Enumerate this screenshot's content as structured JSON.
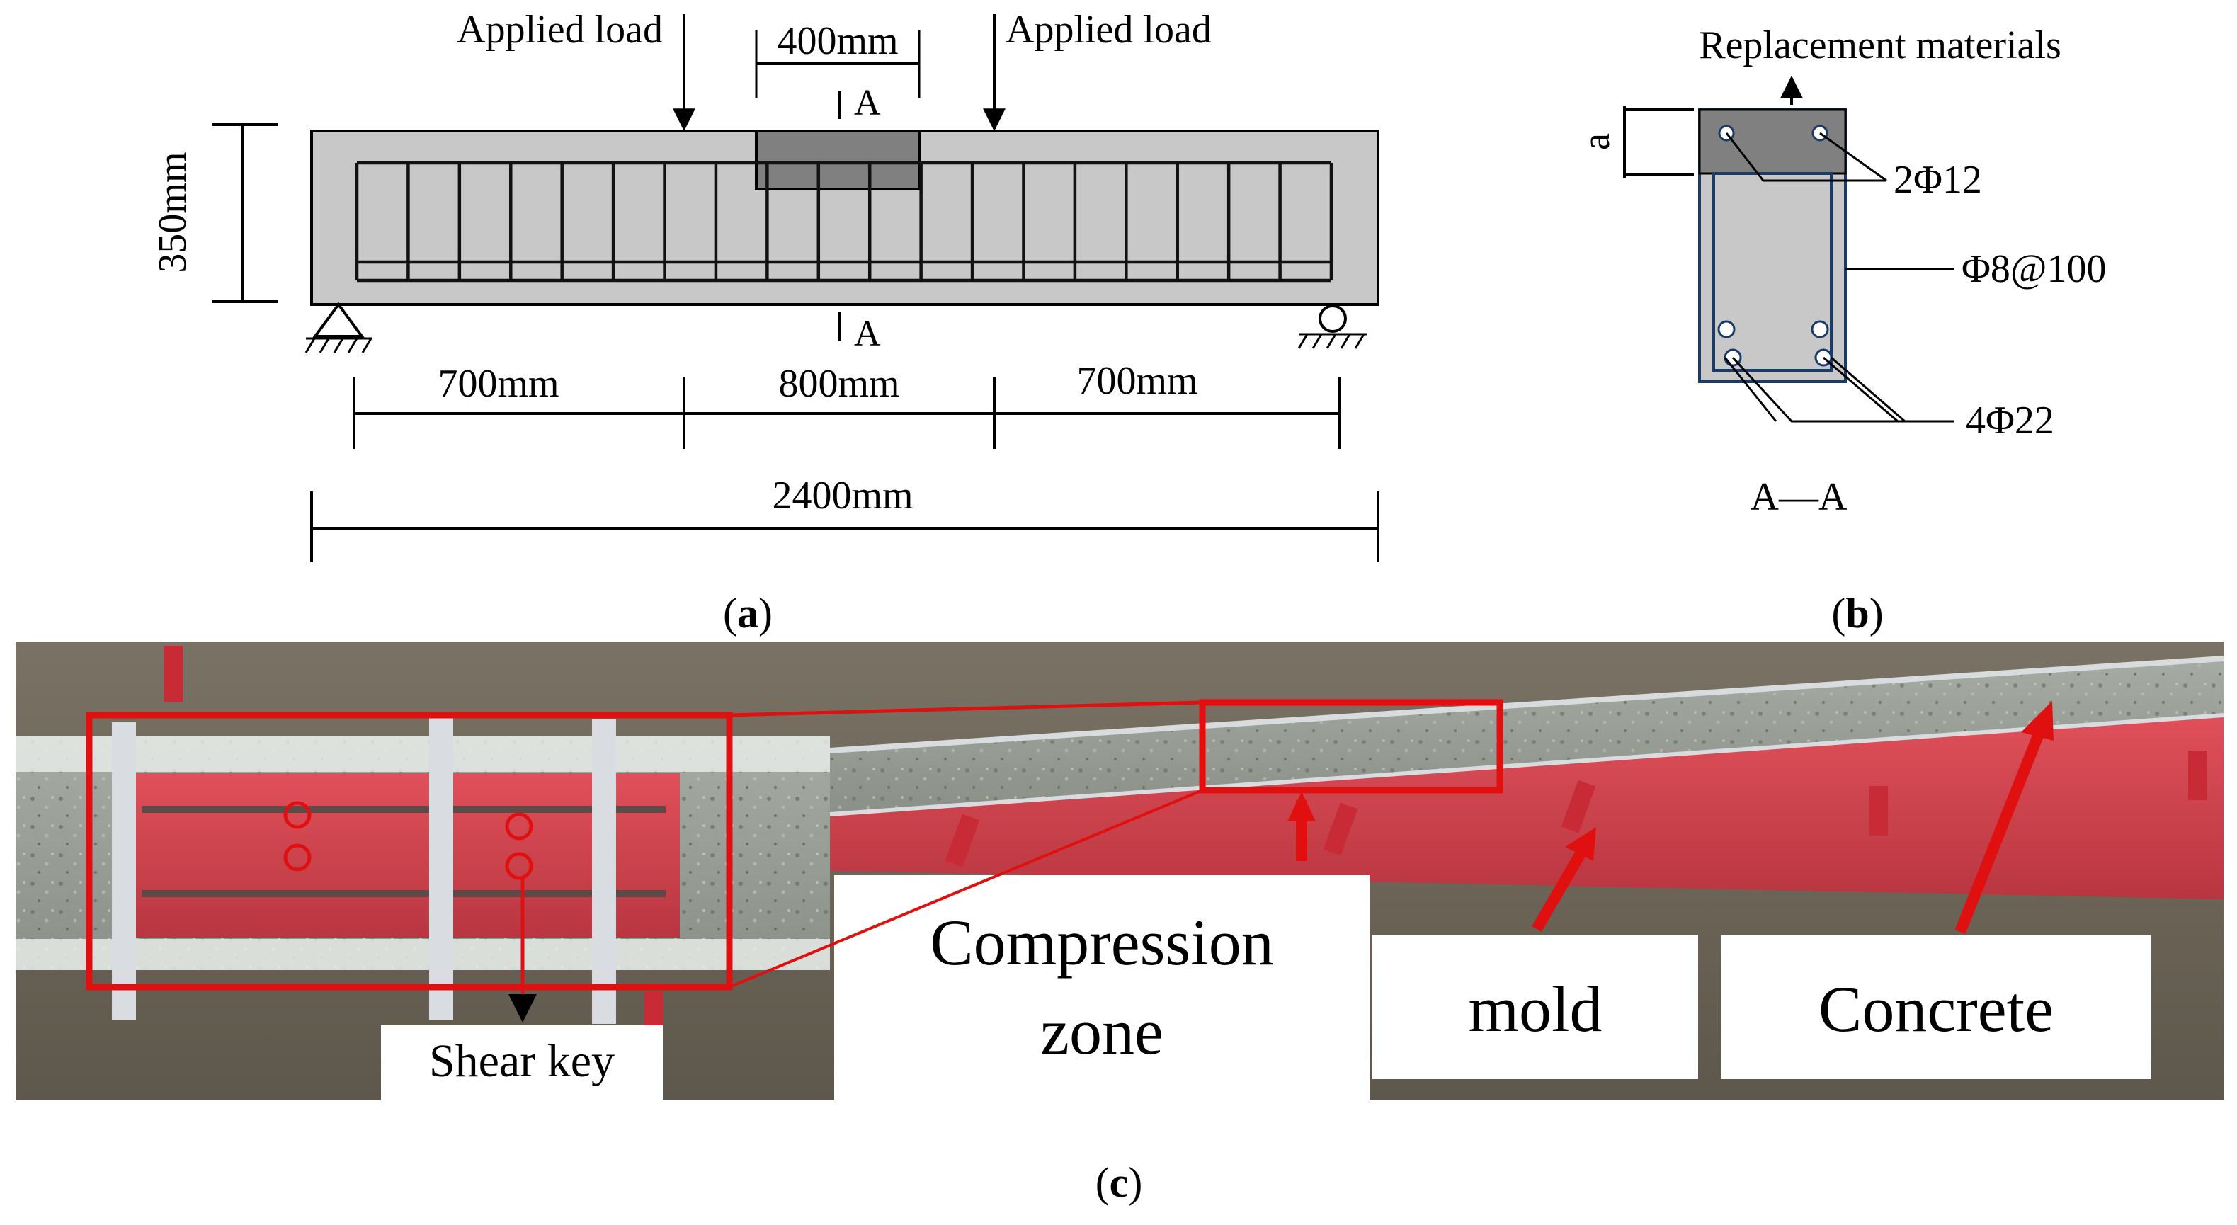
{
  "panel_a": {
    "label_open": "(",
    "label_letter": "a",
    "label_close": ")",
    "applied_load_left": "Applied load",
    "applied_load_right": "Applied load",
    "dim_replace_length": "400mm",
    "section_mark_top": "A",
    "section_mark_bottom": "A",
    "dim_height": "350mm",
    "dim_shear_left": "700mm",
    "dim_pure_bending": "800mm",
    "dim_shear_right": "700mm",
    "dim_total": "2400mm",
    "colors": {
      "concrete": "#c8c8c8",
      "replacement": "#808080",
      "outline": "#000000"
    }
  },
  "panel_b": {
    "label_open": "(",
    "label_letter": "b",
    "label_close": ")",
    "replacement_title": "Replacement materials",
    "dim_a": "a",
    "top_bars": "2Φ12",
    "stirrups": "Φ8@100",
    "bottom_bars": "4Φ22",
    "section_name": "A—A",
    "colors": {
      "section": "#c8c8c8",
      "replacement": "#808080",
      "bar_outline": "#1a3a6a"
    }
  },
  "panel_c": {
    "label_open": "(",
    "label_letter": "c",
    "label_close": ")",
    "shear_key": "Shear key",
    "compression_zone_line1": "Compression",
    "compression_zone_line2": "zone",
    "mold": "mold",
    "concrete": "Concrete",
    "colors": {
      "highlight": "#e01010",
      "mold_red": "#d8404a",
      "concrete_grey": "#9aa098",
      "soil": "#6e665a"
    }
  }
}
